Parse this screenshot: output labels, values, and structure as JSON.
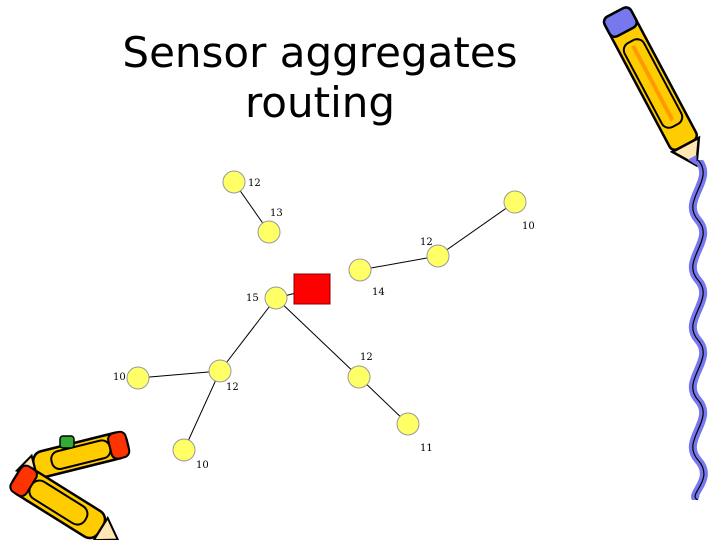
{
  "slide": {
    "title_line1": "Sensor aggregates",
    "title_line2": "routing"
  },
  "colors": {
    "node_fill": "#ffff66",
    "node_stroke": "#999999",
    "sink_fill": "#ff0000",
    "edge": "#000000",
    "pencil_yellow": "#ffcc00",
    "pencil_purple": "#7777ee"
  },
  "network": {
    "sink": {
      "name": "sink"
    },
    "nodes": [
      {
        "id": "n1",
        "label": "12"
      },
      {
        "id": "n2",
        "label": "13"
      },
      {
        "id": "n3",
        "label": "10"
      },
      {
        "id": "n4",
        "label": "12"
      },
      {
        "id": "n5",
        "label": ""
      },
      {
        "id": "n6",
        "label": "15"
      },
      {
        "id": "n7",
        "label": "14"
      },
      {
        "id": "n8",
        "label": "12"
      },
      {
        "id": "n9",
        "label": "12"
      },
      {
        "id": "n10",
        "label": "10"
      },
      {
        "id": "n11",
        "label": "11"
      },
      {
        "id": "n12",
        "label": "10"
      }
    ],
    "edges": [
      [
        "n1",
        "n2"
      ],
      [
        "n3",
        "n4"
      ],
      [
        "n4",
        "n5"
      ],
      [
        "n6",
        "sink"
      ],
      [
        "n6",
        "n8"
      ],
      [
        "n6",
        "n9"
      ],
      [
        "n8",
        "n11"
      ],
      [
        "n9",
        "n10"
      ],
      [
        "n9",
        "n12"
      ]
    ]
  },
  "clipart": {
    "top_right": "pencil-icon",
    "bottom_left": "crayons-icon",
    "right_edge": "wavy-border"
  }
}
